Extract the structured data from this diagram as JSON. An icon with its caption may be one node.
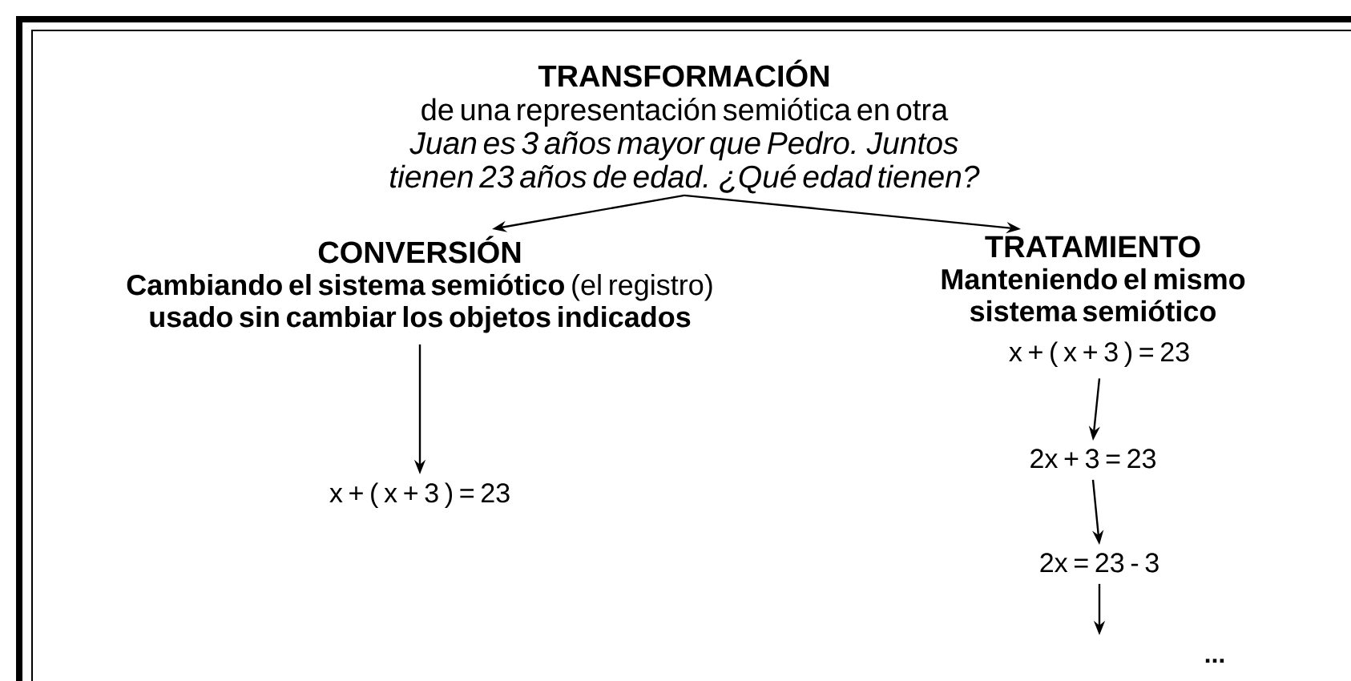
{
  "diagram": {
    "nodes": [
      {
        "text": [
          "TRANSFORMACIÓN",
          "de una representación semiótica en otra",
          "Juan es 3 años mayor que Pedro. Juntos tienen 23 años de edad. ¿Qué edad tienen?"
        ]
      },
      {
        "text": [
          "CONVERSIÓN",
          "**Cambiando el sistema semiótico** (el registro) **usado sin cambiar los objetos indicados**"
        ]
      },
      {
        "text": [
          "TRATAMIENTO",
          "Manteniendo el mismo sistema semiótico"
        ]
      },
      {
        "text": [
          "x + ( x + 3 ) = 23"
        ]
      },
      {
        "text": [
          "x + ( x + 3 ) = 23"
        ]
      },
      {
        "text": [
          "2x + 3 = 23"
        ]
      },
      {
        "text": [
          "2x = 23 - 3"
        ]
      }
    ],
    "edges": [
      {
        "from": 0,
        "to": 1,
        "arrow": "to"
      },
      {
        "from": 0,
        "to": 2,
        "arrow": "to"
      },
      {
        "from": 1,
        "to": 3,
        "arrow": "to"
      },
      {
        "from": 4,
        "to": 5,
        "arrow": "to"
      },
      {
        "from": 5,
        "to": 6,
        "arrow": "to"
      },
      {
        "from": 6,
        "to": null,
        "arrow": "to"
      }
    ],
    "labels": [
      "..."
    ]
  }
}
